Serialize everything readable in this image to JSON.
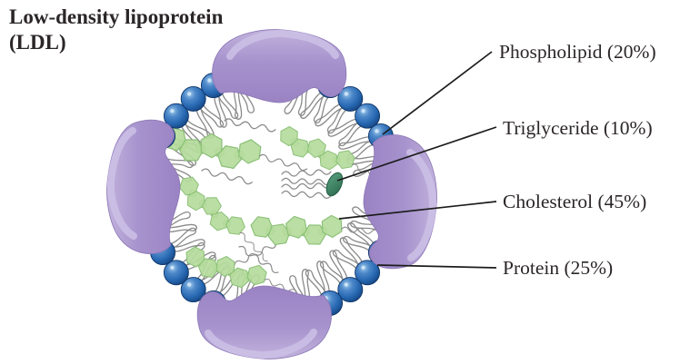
{
  "title": {
    "line1": "Low-density lipoprotein",
    "line2": "(LDL)"
  },
  "legend": {
    "items": [
      {
        "id": "phospholipid",
        "name": "Phospholipid",
        "percent": 20,
        "label": "Phospholipid (20%)"
      },
      {
        "id": "triglyceride",
        "name": "Triglyceride",
        "percent": 10,
        "label": "Triglyceride (10%)"
      },
      {
        "id": "cholesterol",
        "name": "Cholesterol",
        "percent": 45,
        "label": "Cholesterol (45%)"
      },
      {
        "id": "protein",
        "name": "Protein",
        "percent": 25,
        "label": "Protein (25%)"
      }
    ]
  },
  "colors": {
    "background": "#ffffff",
    "protein_purple": "#9a82c3",
    "protein_purple_mid": "#a692cd",
    "protein_purple_light": "#c3b4dd",
    "protein_highlight": "#cdc1e6",
    "phospholipid_blue": "#2667b1",
    "phospholipid_blue_dark": "#133f78",
    "phospholipid_blue_light": "#9fcaec",
    "sphere_outline": "#0f3567",
    "cholesterol_green": "#b5db9c",
    "cholesterol_green_edge": "#8cc178",
    "triglyceride_teal": "#3a8465",
    "triglyceride_teal_dark": "#2c6a4e",
    "triglyceride_teal_light": "#58a07e",
    "triglyceride_outline": "#1f5c42",
    "tail_gray": "#8a8a8a",
    "leader_line": "#1c1c1c",
    "text": "#2b2627"
  }
}
